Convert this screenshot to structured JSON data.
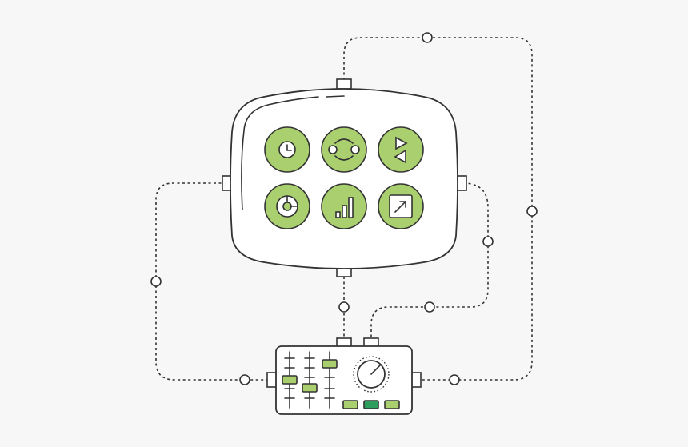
{
  "colors": {
    "background": "#f7f7f7",
    "outline": "#333333",
    "icon_fill": "#a9cf6f",
    "accent_dark": "#2e9e5e",
    "panel": "#ffffff"
  },
  "dashboard_icons": [
    {
      "row": 1,
      "col": 1,
      "icon": "clock-icon"
    },
    {
      "row": 1,
      "col": 2,
      "icon": "sync-icon"
    },
    {
      "row": 1,
      "col": 3,
      "icon": "exchange-arrows-icon"
    },
    {
      "row": 2,
      "col": 1,
      "icon": "pie-chart-icon"
    },
    {
      "row": 2,
      "col": 2,
      "icon": "bar-chart-icon"
    },
    {
      "row": 2,
      "col": 3,
      "icon": "external-link-icon"
    }
  ],
  "mixer": {
    "sliders": 3,
    "knob": 1,
    "buttons": [
      "light-green",
      "dark-green",
      "light-green"
    ]
  }
}
